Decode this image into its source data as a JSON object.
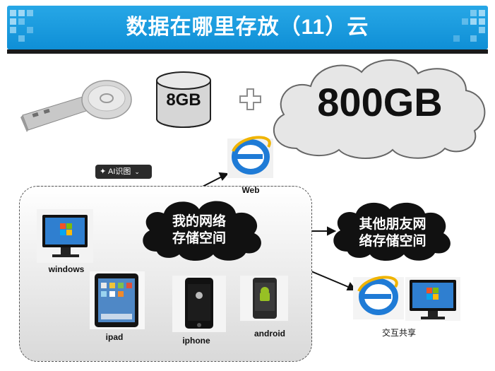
{
  "title": "数据在哪里存放（11）云",
  "storage": {
    "usb_capacity": "8GB",
    "cloud_capacity": "800GB"
  },
  "network": {
    "center_cloud": [
      "我的网络",
      "存储空间"
    ],
    "other_cloud": [
      "其他朋友网",
      "络存储空间"
    ],
    "web_label": "Web",
    "share_label": "交互共享",
    "devices": {
      "windows": "windows",
      "ipad": "ipad",
      "iphone": "iphone",
      "android": "android"
    }
  },
  "overlay": {
    "ai_button": "AI识图"
  },
  "icons": [
    "usb-key-icon",
    "database-icon",
    "plus-icon",
    "cloud-icon",
    "ie-icon",
    "monitor-icon",
    "tablet-icon",
    "phone-icon",
    "android-phone-icon"
  ]
}
